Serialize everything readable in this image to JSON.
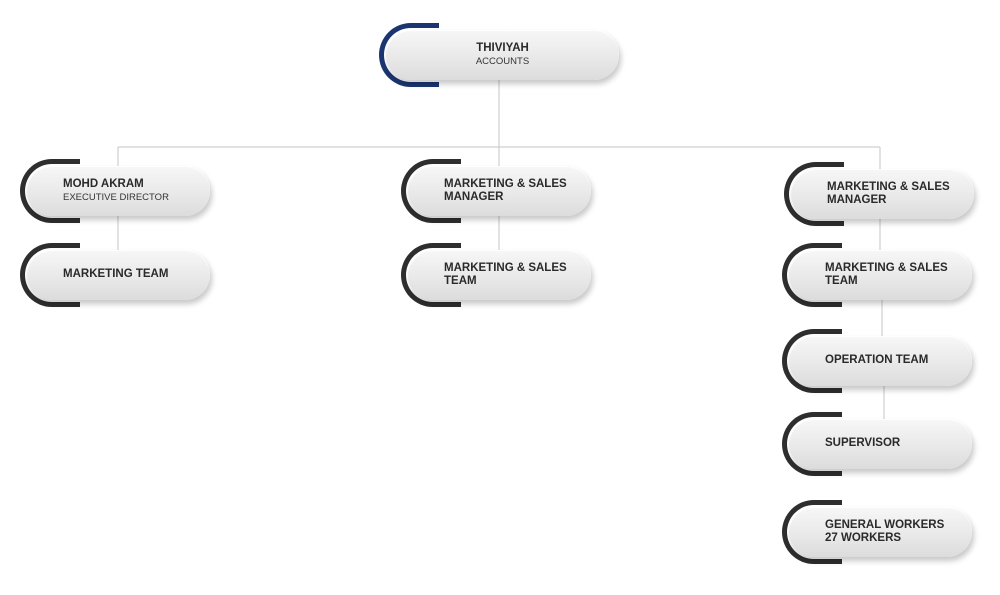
{
  "chart": {
    "root": {
      "title": "THIVIYAH",
      "subtitle": "ACCOUNTS"
    },
    "left": [
      {
        "title": "MOHD AKRAM",
        "subtitle": "EXECUTIVE DIRECTOR"
      },
      {
        "title": "MARKETING TEAM",
        "subtitle": ""
      }
    ],
    "middle": [
      {
        "title": "MARKETING & SALES\nMANAGER",
        "subtitle": ""
      },
      {
        "title": "MARKETING & SALES\nTEAM",
        "subtitle": ""
      }
    ],
    "right": [
      {
        "title": "MARKETING & SALES\nMANAGER",
        "subtitle": ""
      },
      {
        "title": "MARKETING & SALES\nTEAM",
        "subtitle": ""
      },
      {
        "title": "OPERATION TEAM",
        "subtitle": ""
      },
      {
        "title": "SUPERVISOR",
        "subtitle": ""
      },
      {
        "title": "GENERAL WORKERS\n27 WORKERS",
        "subtitle": ""
      }
    ]
  },
  "colors": {
    "root_accent": "#1b3570",
    "node_accent": "#2e2e2e",
    "connector": "#cfcfcf"
  }
}
